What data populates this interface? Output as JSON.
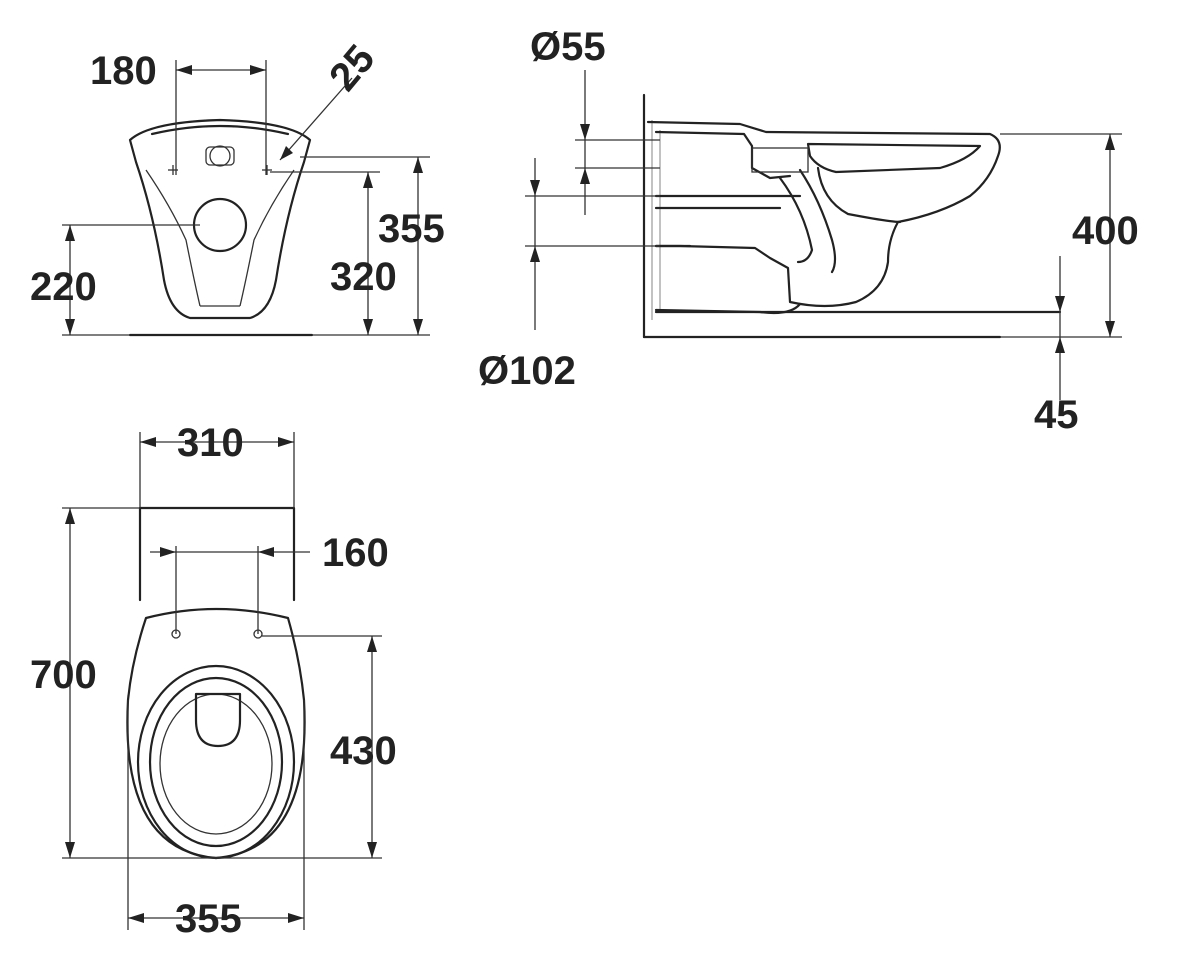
{
  "dimensions": {
    "front_180": "180",
    "front_25": "25",
    "front_355": "355",
    "front_320": "320",
    "front_220": "220",
    "side_d55": "Ø55",
    "side_d102": "Ø102",
    "side_400": "400",
    "side_45": "45",
    "top_310": "310",
    "top_160": "160",
    "top_700": "700",
    "top_430": "430",
    "top_355": "355"
  },
  "colors": {
    "line": "#222222",
    "background": "#ffffff"
  }
}
